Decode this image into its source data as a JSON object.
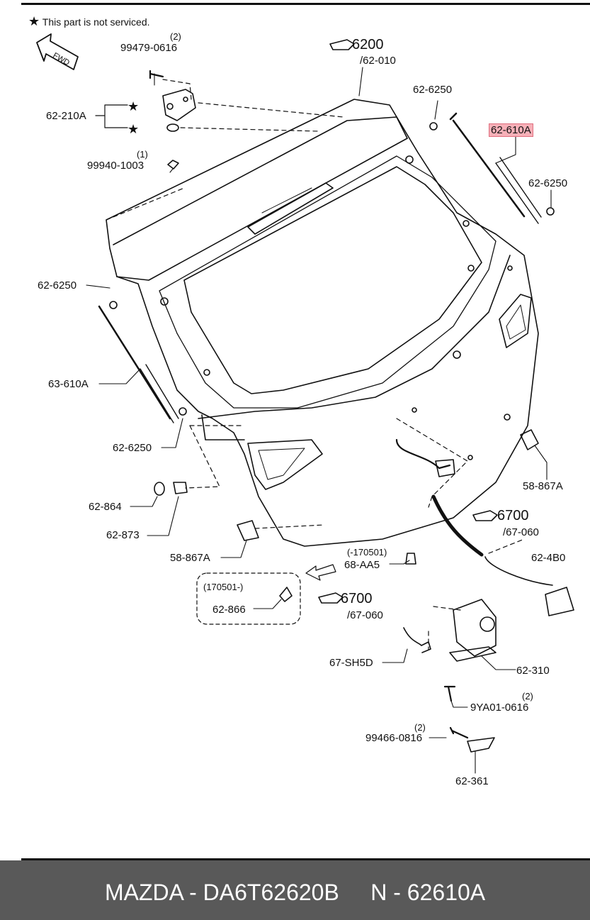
{
  "note": {
    "star": "★",
    "text": "This part is not serviced."
  },
  "fwd": "FWD",
  "labels": {
    "l_6200": "6200",
    "l_62_010": "/62-010",
    "l_62_6250_a": "62-6250",
    "l_62_610a": "62-610A",
    "l_62_6250_b": "62-6250",
    "l_qty_2_a": "(2)",
    "l_99479": "99479-0616",
    "l_62_210a": "62-210A",
    "l_qty_1": "(1)",
    "l_99940": "99940-1003",
    "l_62_6250_c": "62-6250",
    "l_63_610a": "63-610A",
    "l_62_6250_d": "62-6250",
    "l_58_867a_a": "58-867A",
    "l_62_864": "62-864",
    "l_62_873": "62-873",
    "l_6700_a": "6700",
    "l_67_060_a": "/67-060",
    "l_58_867a_b": "58-867A",
    "l_170501_a": "(-170501)",
    "l_68_aa5": "68-AA5",
    "l_62_4b0": "62-4B0",
    "l_170501_b": "(170501-)",
    "l_62_866": "62-866",
    "l_6700_b": "6700",
    "l_67_060_b": "/67-060",
    "l_67_sh5d": "67-SH5D",
    "l_62_310": "62-310",
    "l_qty_2_b": "(2)",
    "l_9ya01": "9YA01-0616",
    "l_qty_2_c": "(2)",
    "l_99466": "99466-0816",
    "l_62_361": "62-361"
  },
  "footer": "MAZDA - DA6T62620B     N - 62610A",
  "highlight_color": "#f7b0b8"
}
